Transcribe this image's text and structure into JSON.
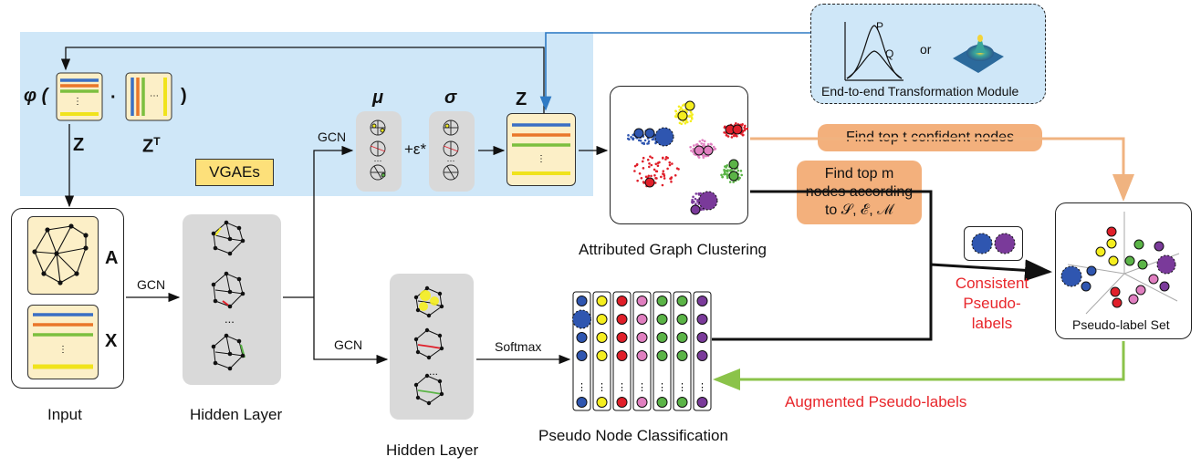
{
  "vgae": {
    "phi_expr_open": "φ (",
    "dot": "·",
    "close_paren": ")",
    "z_label": "Z",
    "zt_label": "Z",
    "zt_sup": "T",
    "mu": "μ",
    "sigma": "σ",
    "plus_eps": "+ε*",
    "z_out": "Z",
    "tag": "VGAEs",
    "gcn": "GCN"
  },
  "e2e": {
    "title": "End-to-end Transformation Module",
    "or": "or",
    "p": "P",
    "q": "Q"
  },
  "input": {
    "a": "A",
    "x": "X",
    "caption": "Input",
    "gcn": "GCN"
  },
  "hidden1": {
    "caption": "Hidden Layer",
    "dots": "..."
  },
  "hidden2": {
    "caption": "Hidden Layer",
    "dots": "...",
    "gcn": "GCN"
  },
  "softmax": "Softmax",
  "pseudo_node": {
    "caption": "Pseudo Node Classification",
    "dots": ":"
  },
  "clustering": {
    "caption": "Attributed Graph Clustering"
  },
  "top_t": "Find top t confident nodes",
  "top_m": {
    "line1": "Find top m",
    "line2": "nodes according",
    "line3": "to 𝒮, ℰ, ℳ"
  },
  "consistent": {
    "line1": "Consistent",
    "line2": "Pseudo-",
    "line3": "labels"
  },
  "pseudo_set": {
    "caption": "Pseudo-label Set"
  },
  "augmented": "Augmented Pseudo-labels",
  "colors": {
    "blue": "#2f56b0",
    "yellow": "#f5ee1f",
    "red": "#e01f2a",
    "pink": "#e07fc0",
    "green": "#5bb447",
    "purple": "#7a3a9a",
    "orange_box": "#f3b07c",
    "vgae_bg": "#cfe7f8",
    "arrow_blue": "#2f7ac4",
    "arrow_orange": "#f0b380",
    "arrow_green": "#8bc34a",
    "label_red": "#e8262b"
  }
}
